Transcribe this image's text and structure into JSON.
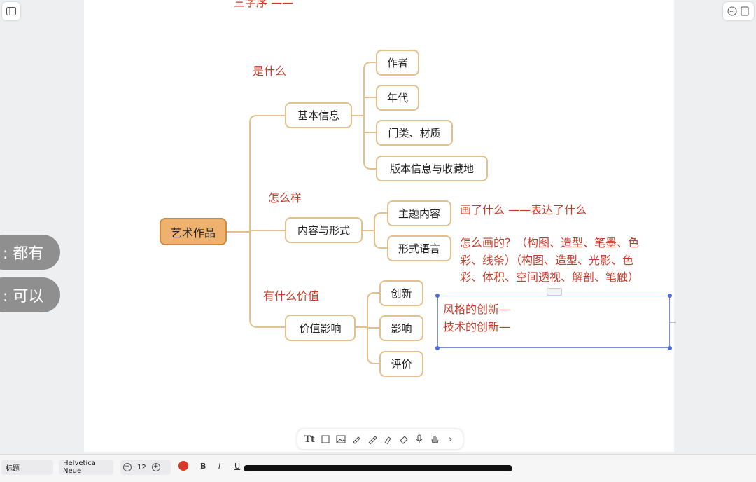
{
  "top_note": "三字序 ——",
  "mindmap": {
    "root": "艺术作品",
    "branches": [
      {
        "label": "基本信息",
        "note": "是什么",
        "children": [
          "作者",
          "年代",
          "门类、材质",
          "版本信息与收藏地"
        ]
      },
      {
        "label": "内容与形式",
        "note": "怎么样",
        "children": [
          "主题内容",
          "形式语言"
        ]
      },
      {
        "label": "价值影响",
        "note": "有什么价值",
        "children": [
          "创新",
          "影响",
          "评价"
        ]
      }
    ]
  },
  "annotations": {
    "theme": "画了什么 ——表达了什么",
    "form_line1": "怎么画的？（构图、造型、笔墨、色",
    "form_line2": "彩、线条）（构图、造型、光影、色",
    "form_line3": "彩、体积、空间透视、解剖、笔触）"
  },
  "textbox": {
    "line1": "风格的创新—",
    "line2": "技术的创新—"
  },
  "side_pills": [
    ": 都有",
    ": 可以"
  ],
  "bottom_toolbar": {
    "style": "标题",
    "font": "Helvetica Neue",
    "size": "12",
    "bold": "B",
    "italic": "I",
    "underline": "U",
    "color": "#d9392b"
  }
}
